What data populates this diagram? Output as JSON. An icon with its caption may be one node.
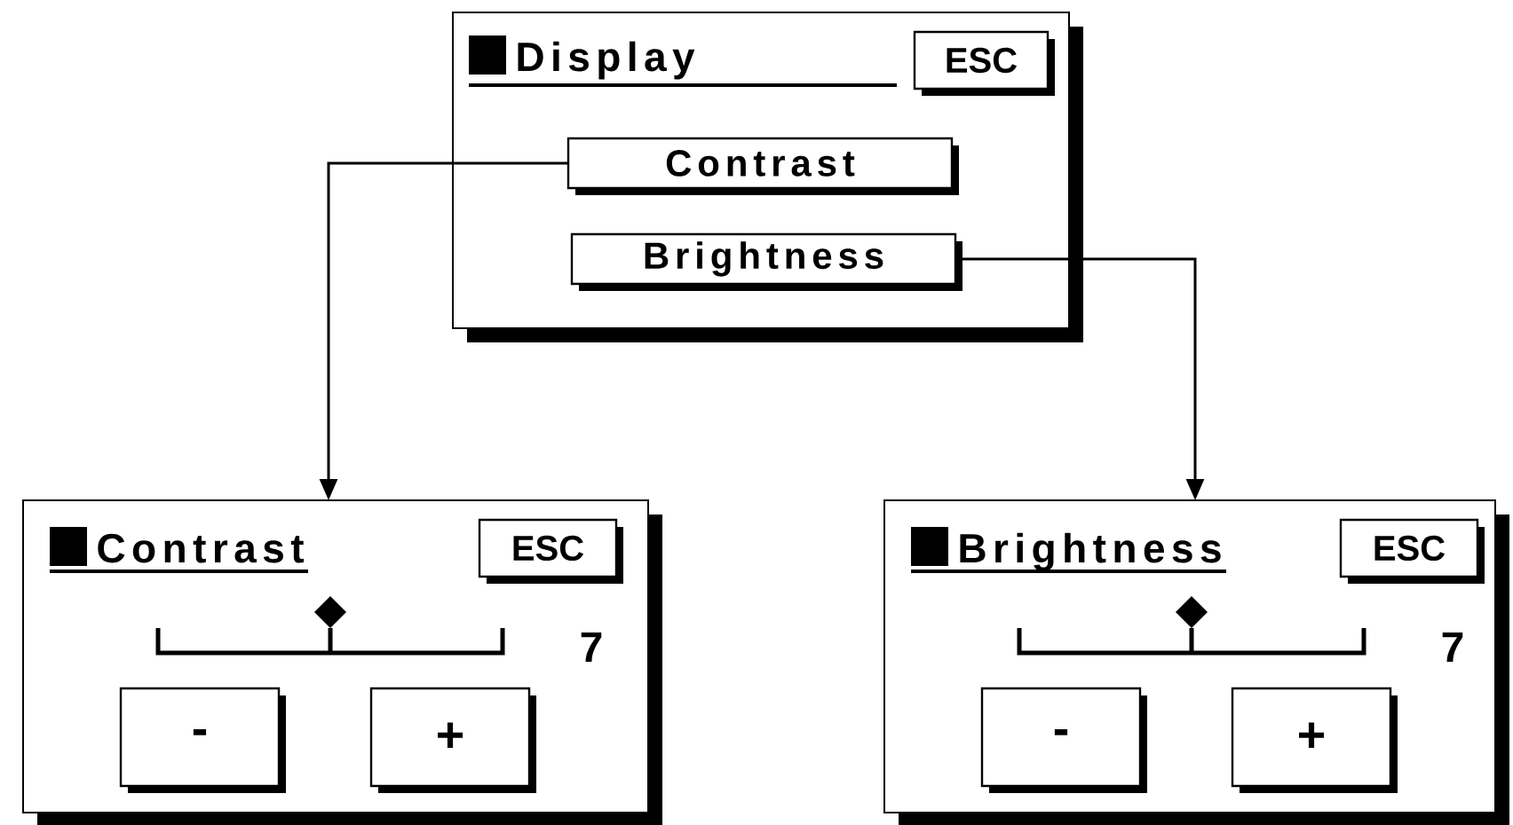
{
  "diagram": {
    "nodes": [
      {
        "text": [
          "Display"
        ]
      },
      {
        "text": [
          "ESC"
        ],
        "in": 0
      },
      {
        "text": [
          "Contrast"
        ],
        "in": 0
      },
      {
        "text": [
          "Brightness"
        ],
        "in": 0
      },
      {
        "text": [
          "Contrast",
          "7"
        ]
      },
      {
        "text": [
          "ESC"
        ],
        "in": 4
      },
      {
        "text": [
          "-"
        ],
        "in": 4
      },
      {
        "text": [
          "+"
        ],
        "in": 4
      },
      {
        "text": [
          "Brightness",
          "7"
        ]
      },
      {
        "text": [
          "ESC"
        ],
        "in": 8
      },
      {
        "text": [
          "-"
        ],
        "in": 8
      },
      {
        "text": [
          "+"
        ],
        "in": 8
      }
    ],
    "edges": [
      {
        "from": 2,
        "to": 4,
        "arrow": "to"
      },
      {
        "from": 3,
        "to": 8,
        "arrow": "to"
      }
    ]
  }
}
